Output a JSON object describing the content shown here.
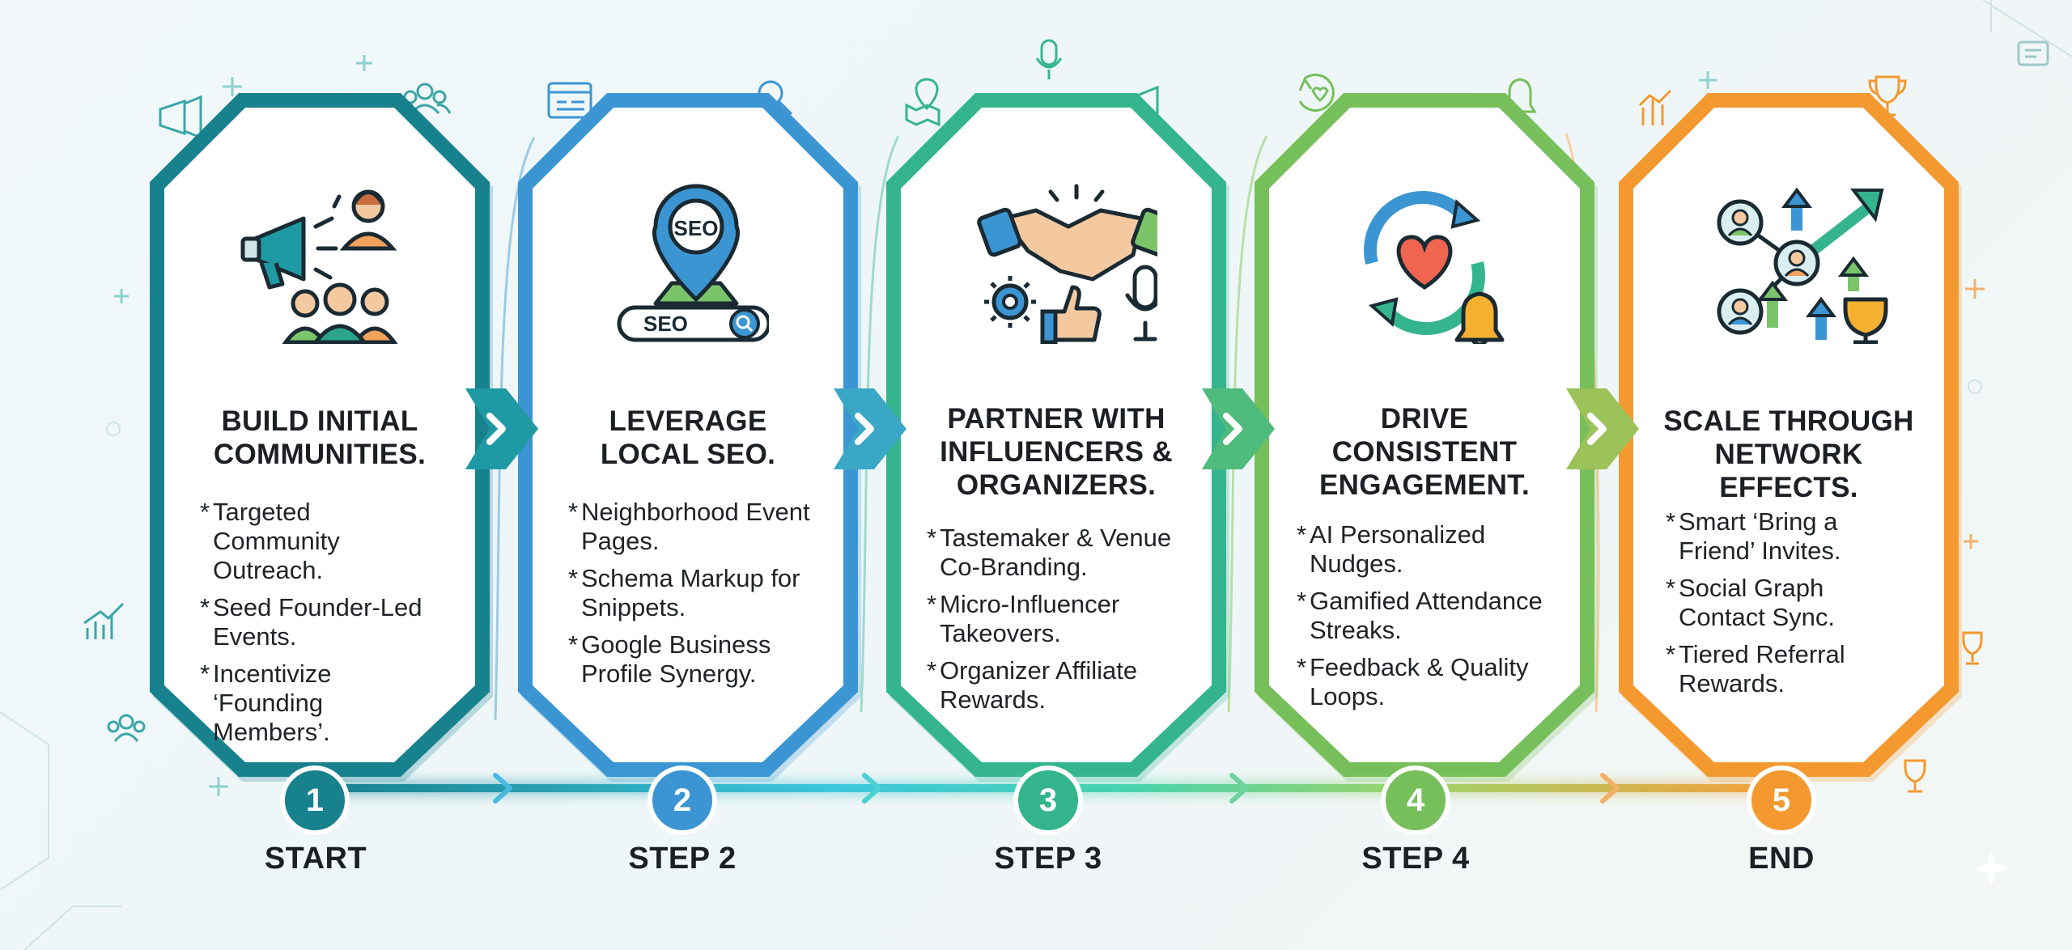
{
  "colors": {
    "step1": "#17818e",
    "step2": "#3c95d3",
    "step3": "#35b58d",
    "step4": "#76bf5a",
    "step5": "#f3992f",
    "text": "#1c1f24"
  },
  "steps": [
    {
      "number": "1",
      "label": "START",
      "title": "BUILD INITIAL COMMUNITIES.",
      "icon": "megaphone-people-icon",
      "bullets": [
        "Targeted Community Outreach.",
        "Seed Founder-Led Events.",
        "Incentivize ‘Founding Members’."
      ]
    },
    {
      "number": "2",
      "label": "STEP 2",
      "title": "LEVERAGE LOCAL SEO.",
      "icon": "seo-pin-search-icon",
      "icon_text": "SEO",
      "bullets": [
        "Neighborhood Event Pages.",
        "Schema Markup for Snippets.",
        "Google Business Profile Synergy."
      ]
    },
    {
      "number": "3",
      "label": "STEP 3",
      "title": "PARTNER WITH INFLUENCERS & ORGANIZERS.",
      "icon": "handshake-icon",
      "bullets": [
        "Tastemaker & Venue Co-Branding.",
        "Micro-Influencer Takeovers.",
        "Organizer Affiliate Rewards."
      ]
    },
    {
      "number": "4",
      "label": "STEP 4",
      "title": "DRIVE CONSISTENT ENGAGEMENT.",
      "icon": "heart-cycle-bell-icon",
      "bullets": [
        "AI Personalized Nudges.",
        "Gamified Attendance Streaks.",
        "Feedback & Quality Loops."
      ]
    },
    {
      "number": "5",
      "label": "END",
      "title": "SCALE THROUGH NETWORK EFFECTS.",
      "icon": "network-growth-trophy-icon",
      "bullets": [
        "Smart ‘Bring a Friend’ Invites.",
        "Social Graph Contact Sync.",
        "Tiered Referral Rewards."
      ]
    }
  ]
}
